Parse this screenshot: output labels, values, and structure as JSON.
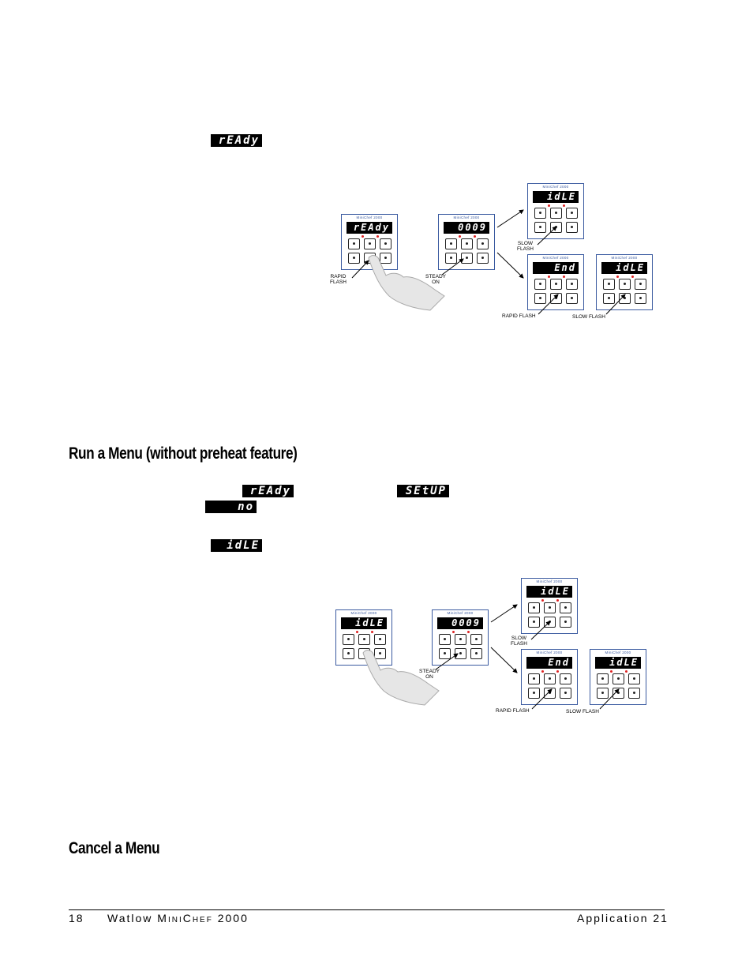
{
  "section1": {
    "inline_display": "rEAdy",
    "diagram": {
      "brand": "MiniChef 2000",
      "panel_start": "rEAdy",
      "panel_count": "0009",
      "panel_idle_top": "idLE",
      "panel_end": "End",
      "panel_idle_bottom": "idLE",
      "label_rapid_flash_1": "RAPID\nFLASH",
      "label_steady_on": "STEADY\nON",
      "label_slow_flash_top": "SLOW\nFLASH",
      "label_rapid_flash_2": "RAPID FLASH",
      "label_slow_flash_bottom": "SLOW FLASH"
    }
  },
  "section2": {
    "heading": "Run a Menu (without preheat feature)",
    "inline_display_ready": "rEAdy",
    "inline_display_setup": "SEtUP",
    "inline_display_no": "no",
    "inline_display_idle": "idLE",
    "diagram": {
      "brand": "MiniChef 2000",
      "panel_start": "idLE",
      "panel_count": "0009",
      "panel_idle_top": "idLE",
      "panel_end": "End",
      "panel_idle_bottom": "idLE",
      "label_slow_flash_top": "SLOW\nFLASH",
      "label_steady_on": "STEADY\nON",
      "label_rapid_flash": "RAPID FLASH",
      "label_slow_flash_bottom": "SLOW FLASH"
    }
  },
  "section3": {
    "heading": "Cancel a Menu"
  },
  "footer": {
    "page_number": "18",
    "manual_brand": "Watlow",
    "manual_product": "MiniChef",
    "manual_model": "2000",
    "application": "Application 21"
  }
}
